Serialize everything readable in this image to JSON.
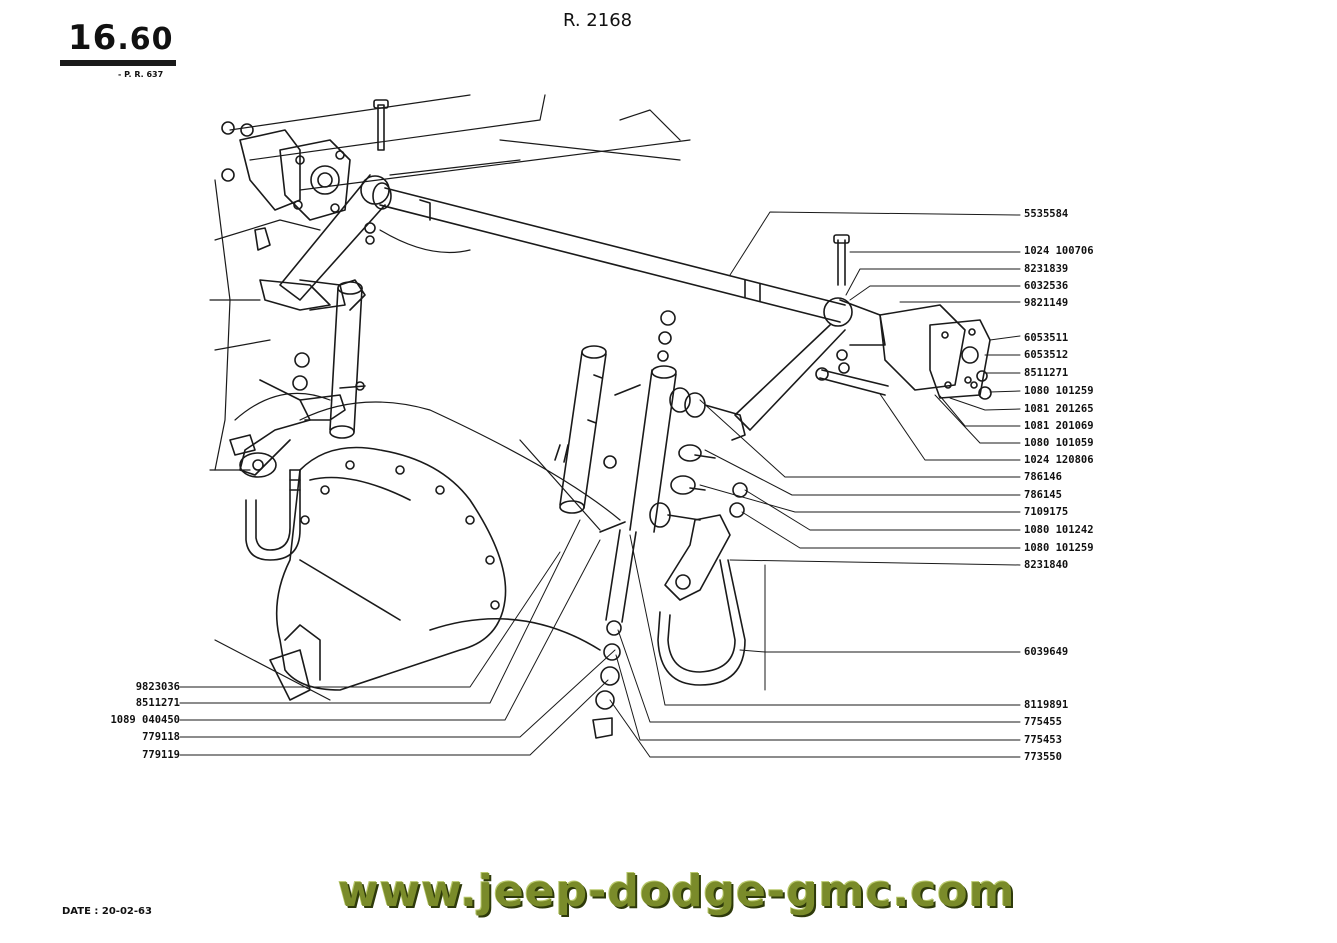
{
  "header": {
    "page_number": "16",
    "page_sub": "60",
    "pr_reference": "- P. R. 637",
    "reference": "R. 2168"
  },
  "footer": {
    "date": "DATE : 20-02-63",
    "website": "www.jeep-dodge-gmc.com"
  },
  "part_labels_right": [
    "5535584",
    "1024 100706",
    "8231839",
    "6032536",
    "9821149",
    "6053511",
    "6053512",
    "8511271",
    "1080 101259",
    "1081 201265",
    "1081 201069",
    "1080 101059",
    "1024 120806",
    "786146",
    "786145",
    "7109175",
    "1080 101242",
    "1080 101259",
    "8231840",
    "6039649",
    "8119891",
    "775455",
    "775453",
    "773550"
  ],
  "part_labels_left": [
    "9823036",
    "8511271",
    "1089 040450",
    "779118",
    "779119"
  ]
}
